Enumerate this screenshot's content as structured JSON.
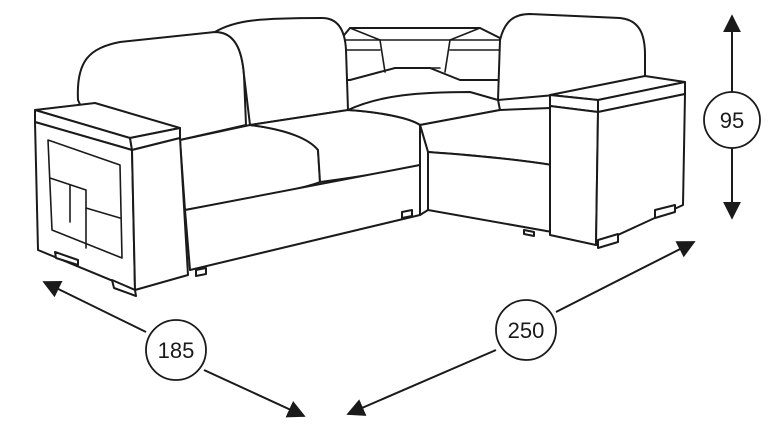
{
  "dimensions": {
    "height": "95",
    "depth": "185",
    "width": "250"
  },
  "colors": {
    "line": "#1a1a1a",
    "background": "#ffffff"
  }
}
